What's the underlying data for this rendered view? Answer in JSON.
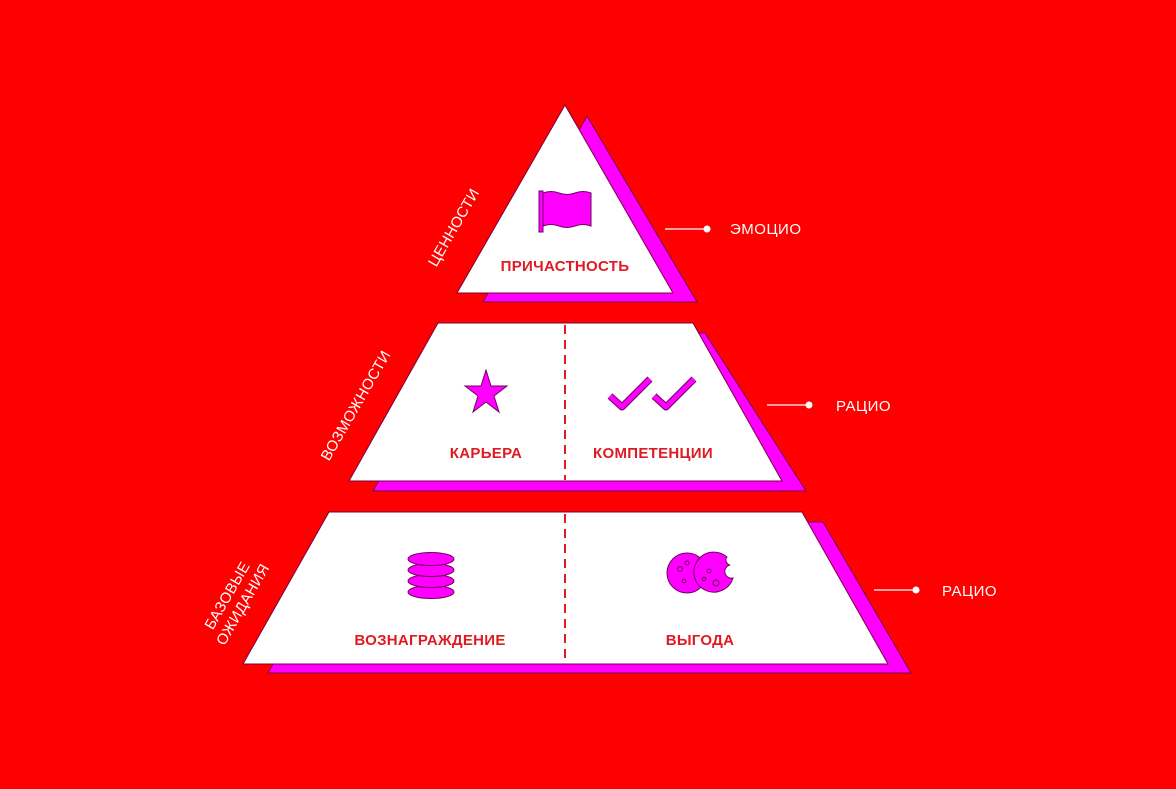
{
  "colors": {
    "background": "#ff0000",
    "accent": "#ff00ff",
    "tile": "#ffffff",
    "text": "#e01a22"
  },
  "tiers": [
    {
      "side_label": [
        "ЦЕННОСТИ"
      ],
      "right_label": "ЭМОЦИО",
      "items": [
        {
          "label": "ПРИЧАСТНОСТЬ",
          "icon": "flag-icon"
        }
      ]
    },
    {
      "side_label": [
        "ВОЗМОЖНОСТИ"
      ],
      "right_label": "РАЦИО",
      "items": [
        {
          "label": "КАРЬЕРА",
          "icon": "star-icon"
        },
        {
          "label": "КОМПЕТЕНЦИИ",
          "icon": "double-check-icon"
        }
      ]
    },
    {
      "side_label": [
        "БАЗОВЫЕ",
        "ОЖИДАНИЯ"
      ],
      "right_label": "РАЦИО",
      "items": [
        {
          "label": "ВОЗНАГРАЖДЕНИЕ",
          "icon": "coin-stack-icon"
        },
        {
          "label": "ВЫГОДА",
          "icon": "cookies-icon"
        }
      ]
    }
  ]
}
